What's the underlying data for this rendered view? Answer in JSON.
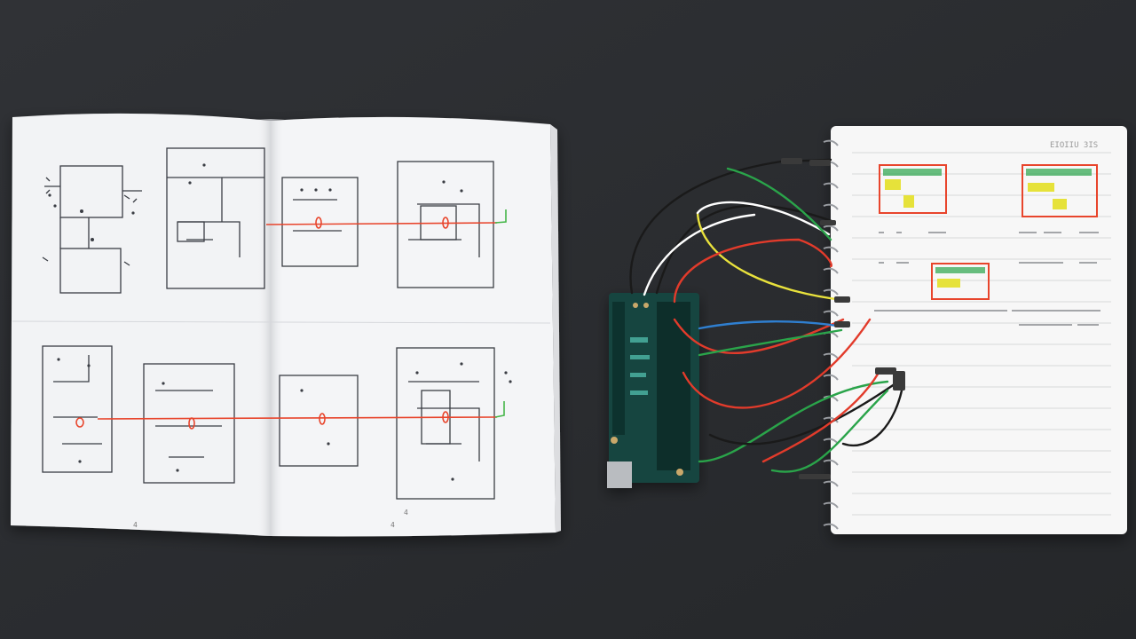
{
  "scene": {
    "background_color": "#2b2d30",
    "book_page_color": "#f2f3f5",
    "notebook_page_color": "#f7f7f7",
    "board_color": "#17443f",
    "ink_color": "#3a3d44",
    "highlight_red": "#e8452c",
    "highlight_yellow": "#e6e23a",
    "wire_colors": [
      "#1a1a1a",
      "#ffffff",
      "#e23b2b",
      "#e9e23c",
      "#2aa44a",
      "#2f7fd0"
    ]
  },
  "book": {
    "page_numbers": [
      "4",
      "4",
      "4"
    ]
  },
  "notebook": {
    "header_text": "EIOIIU 3IS"
  },
  "objects": [
    "open-schematic-book-icon",
    "microcontroller-board-icon",
    "jumper-wires-icon",
    "spiral-notebook-icon"
  ]
}
